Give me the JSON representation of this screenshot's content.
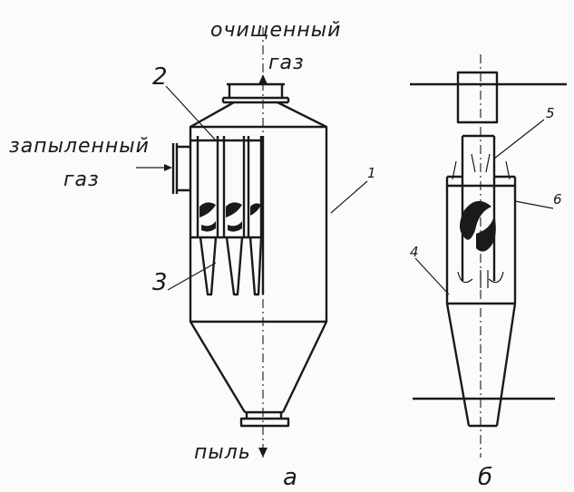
{
  "labels": {
    "clean_gas_line1": "очищенный",
    "clean_gas_line2": "газ",
    "dusty_gas_line1": "запыленный",
    "dusty_gas_line2": "газ",
    "dust": "пыль",
    "caption_a": "а",
    "caption_b": "б"
  },
  "callouts": {
    "n1": "1",
    "n2": "2",
    "n3": "3",
    "n4": "4",
    "n5": "5",
    "n6": "6"
  }
}
